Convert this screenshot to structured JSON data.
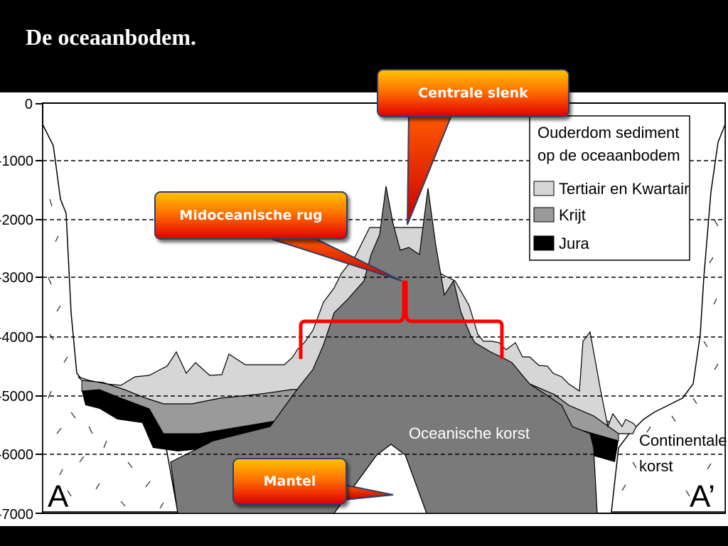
{
  "title": "De oceaanbodem.",
  "y_axis": {
    "tick_labels": [
      "0",
      "-1000",
      "-2000",
      "-3000",
      "-4000",
      "-5000",
      "-6000",
      "-7000"
    ],
    "range": [
      0,
      -7000
    ]
  },
  "legend": {
    "title_line1": "Ouderdom sediment",
    "title_line2": "op de oceaanbodem",
    "items": [
      {
        "label": "Tertiair en Kwartair",
        "color": "#d6d6d6"
      },
      {
        "label": "Krijt",
        "color": "#9a9a9a"
      },
      {
        "label": "Jura",
        "color": "#000000"
      }
    ]
  },
  "diagram_labels": {
    "oceanic_crust": "Oceanische korst",
    "continental_line1": "Continentale",
    "continental_line2": "korst",
    "point_a": "A",
    "point_a_prime": "A’"
  },
  "callouts": {
    "centrale_slenk": "Centrale slenk",
    "midoceanische_rug": "Midoceanische rug",
    "mantel": "Mantel"
  },
  "colors": {
    "crust": "#7a7a7a",
    "tertiary": "#d6d6d6",
    "cretaceous": "#9a9a9a",
    "jurassic": "#000000",
    "bracket": "#ff0000"
  }
}
